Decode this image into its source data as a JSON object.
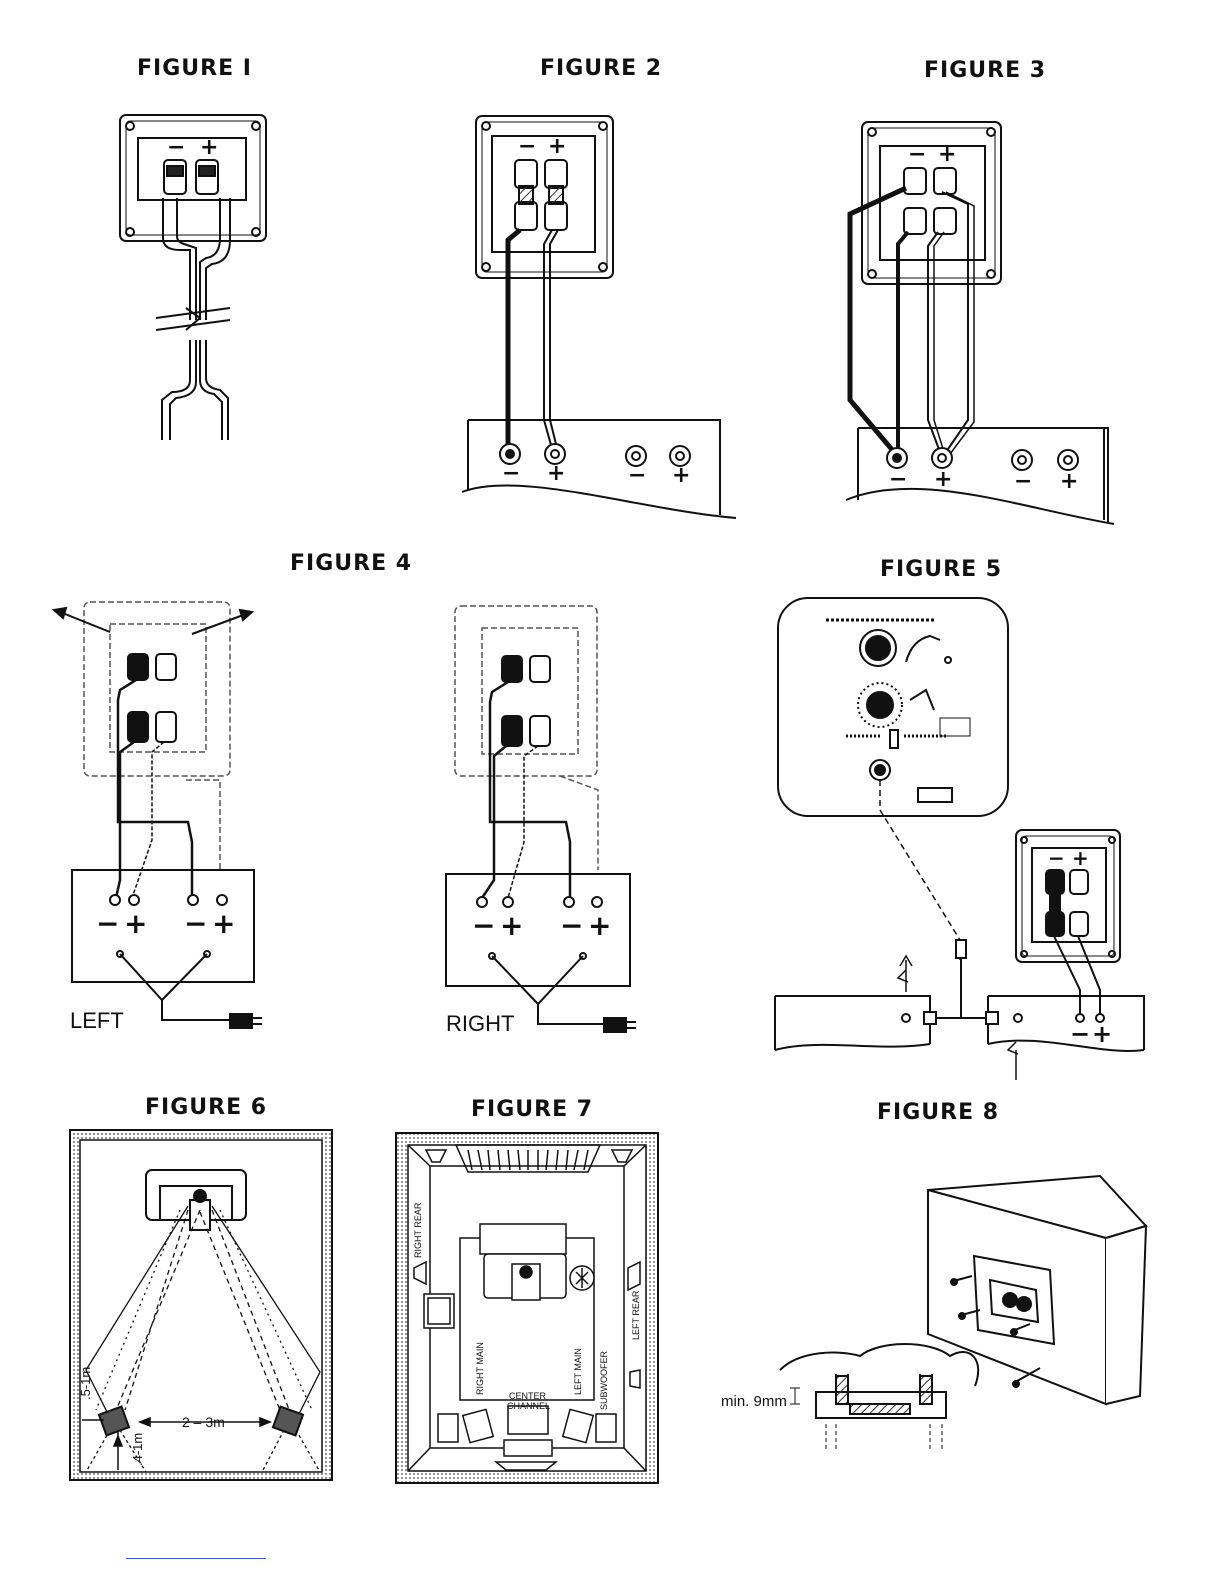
{
  "figures": {
    "f1": "FIGURE I",
    "f2": "FIGURE 2",
    "f3": "FIGURE 3",
    "f4": "FIGURE 4",
    "f5": "FIGURE 5",
    "f6": "FIGURE 6",
    "f7": "FIGURE 7",
    "f8": "FIGURE 8"
  },
  "polarity": {
    "minus": "−",
    "plus": "+"
  },
  "figure4": {
    "left_label": "LEFT",
    "right_label": "RIGHT"
  },
  "figure6": {
    "spacing": "2 – 3m",
    "side_distance": ".5-1m",
    "back_distance": ".4-1m"
  },
  "figure7": {
    "right_rear": "RIGHT REAR",
    "left_rear": "LEFT REAR",
    "right_main": "RIGHT MAIN",
    "left_main": "LEFT MAIN",
    "center_channel_line1": "CENTER",
    "center_channel_line2": "CHANNEL",
    "subwoofer": "SUBWOOFER"
  },
  "figure8": {
    "min_gap": "min. 9mm"
  },
  "colors": {
    "ink": "#111111",
    "link_underline": "#3a58c8"
  }
}
